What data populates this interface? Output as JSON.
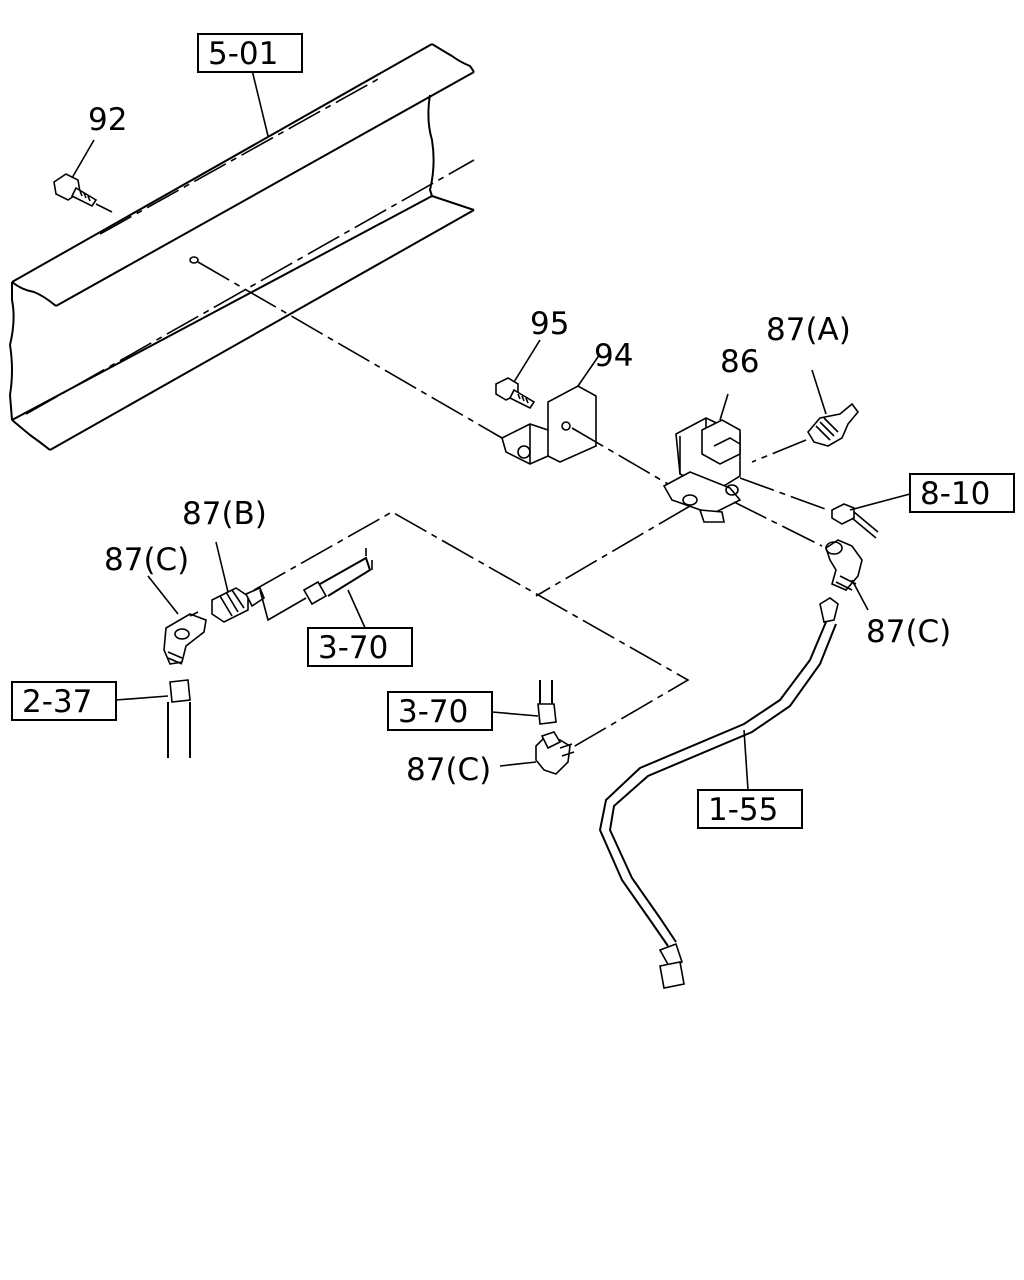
{
  "diagram": {
    "part_labels": {
      "p92": "92",
      "p95": "95",
      "p94": "94",
      "p86": "86",
      "p87a": "87(A)",
      "p87b": "87(B)",
      "p87c_left": "87(C)",
      "p87c_right": "87(C)",
      "p87c_lower": "87(C)"
    },
    "ref_boxes": {
      "r501": "5-01",
      "r810": "8-10",
      "r370_upper": "3-70",
      "r370_lower": "3-70",
      "r237": "2-37",
      "r155": "1-55"
    }
  }
}
